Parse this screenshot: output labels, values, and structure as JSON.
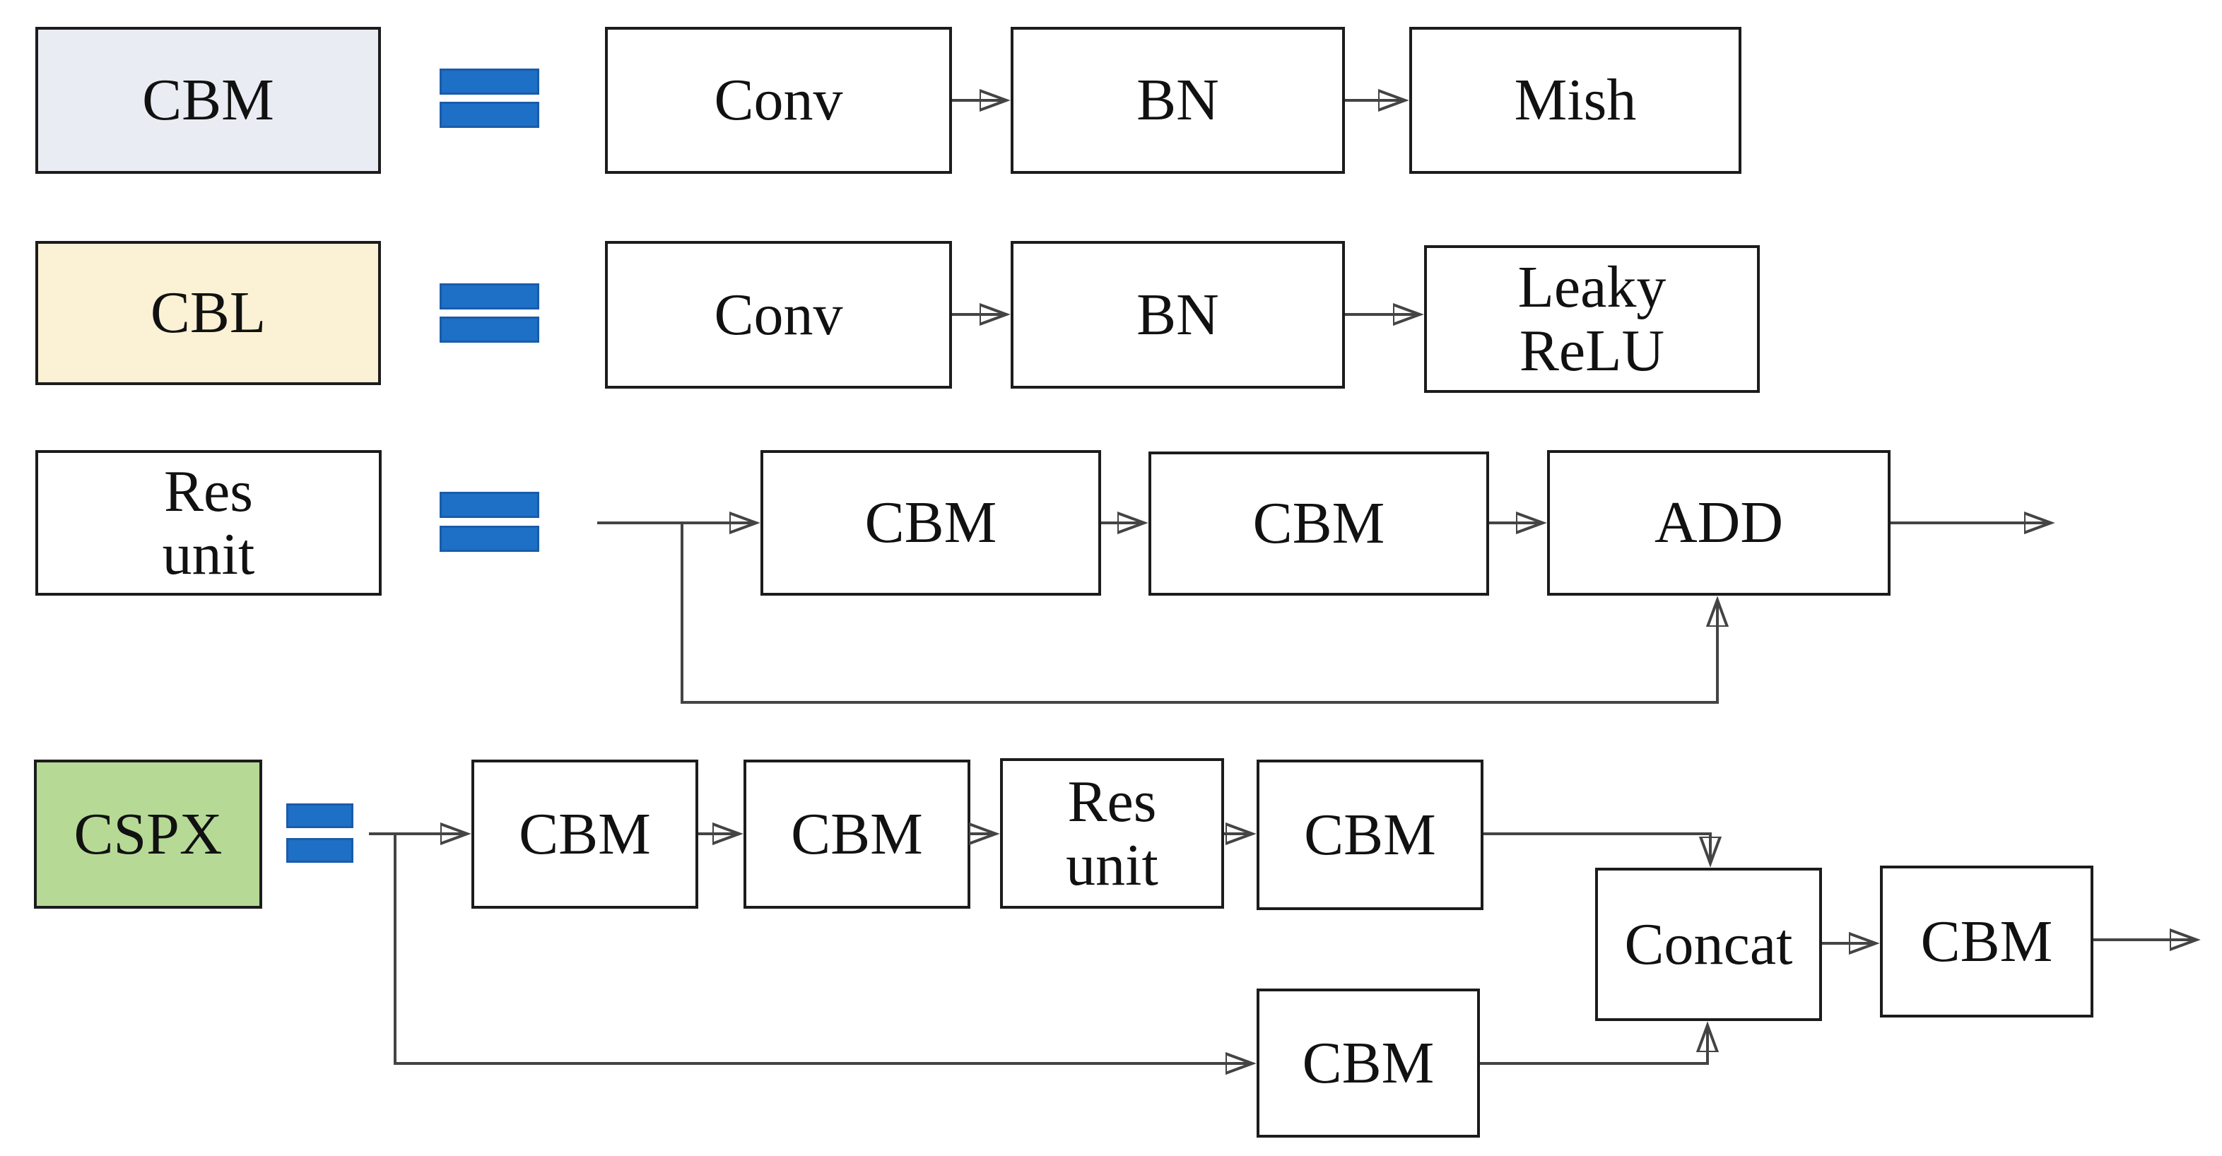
{
  "colors": {
    "cbm_fill": "#e9edf3",
    "cbl_fill": "#fbf1d4",
    "cspx_fill": "#b6da96",
    "equals_fill": "#1e6fc6",
    "equals_border": "#1a5ca8",
    "box_border": "#1c1c1c",
    "line": "#444444",
    "text": "#111111"
  },
  "legend": {
    "cbm": "CBM",
    "cbl": "CBL",
    "res_unit": "Res\nunit",
    "cspx": "CSPX"
  },
  "row1": {
    "conv": "Conv",
    "bn": "BN",
    "mish": "Mish"
  },
  "row2": {
    "conv": "Conv",
    "bn": "BN",
    "leaky_relu": "Leaky\nReLU"
  },
  "row3": {
    "cbm1": "CBM",
    "cbm2": "CBM",
    "add": "ADD"
  },
  "row4": {
    "cbm1": "CBM",
    "cbm2": "CBM",
    "res_unit": "Res\nunit",
    "cbm3": "CBM",
    "concat": "Concat",
    "cbm4": "CBM",
    "cbm_shortcut": "CBM"
  }
}
